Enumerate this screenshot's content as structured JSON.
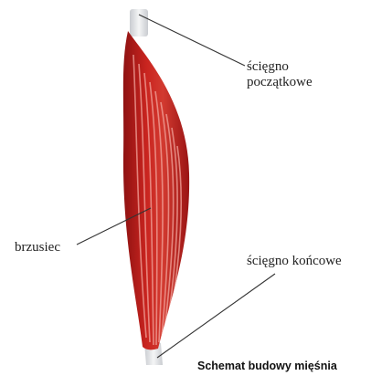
{
  "labels": {
    "origin_tendon_line1": "ścięgno",
    "origin_tendon_line2": "początkowe",
    "belly": "brzusiec",
    "end_tendon": "ścięgno końcowe"
  },
  "caption": "Schemat budowy mięśnia",
  "colors": {
    "muscle_red": "#c0201e",
    "muscle_dark": "#9a1414",
    "fiber_highlight": "#f3b0a8",
    "tendon": "#e6e8ea",
    "leader_line": "#333333"
  }
}
